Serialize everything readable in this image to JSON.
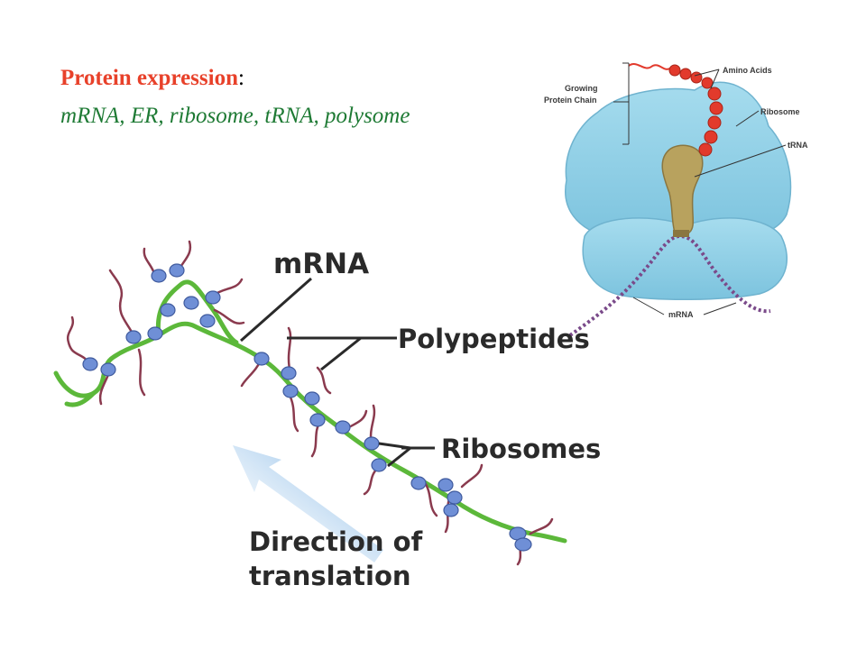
{
  "title": {
    "topic": "Protein expression",
    "colon": ":",
    "subtitle": "mRNA, ER, ribosome, tRNA, polysome"
  },
  "ribosome_diagram": {
    "labels": {
      "amino_acids": "Amino Acids",
      "growing_line1": "Growing",
      "growing_line2": "Protein Chain",
      "ribosome": "Ribosome",
      "trna": "tRNA",
      "mrna": "mRNA"
    },
    "colors": {
      "ribosome": "#8fd0e6",
      "trna": "#b8a25e",
      "amino_acid": "#e23a2c",
      "mrna": "#7a4a8a"
    }
  },
  "polysome_diagram": {
    "labels": {
      "mrna": "mRNA",
      "polypeptides": "Polypeptides",
      "ribosomes": "Ribosomes",
      "direction_line1": "Direction of",
      "direction_line2": "translation"
    },
    "colors": {
      "mrna_strand": "#5cb83a",
      "ribosome": "#6f8fd6",
      "polypeptide": "#8a3a4e",
      "arrow": "#7fb6e6"
    }
  }
}
